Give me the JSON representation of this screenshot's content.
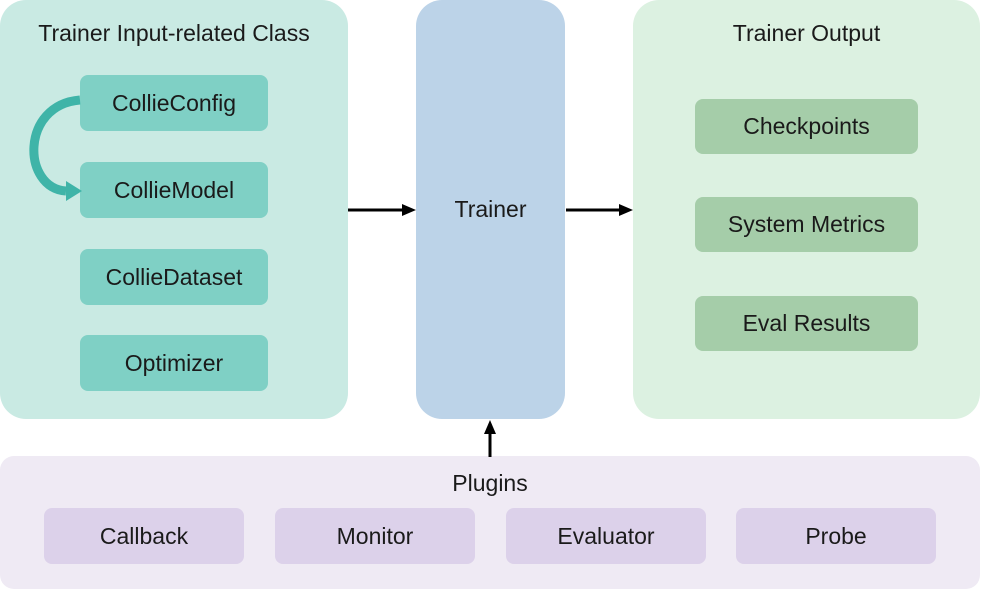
{
  "input_panel": {
    "title": "Trainer Input-related Class",
    "items": [
      "CollieConfig",
      "CollieModel",
      "CollieDataset",
      "Optimizer"
    ]
  },
  "trainer": {
    "label": "Trainer"
  },
  "output_panel": {
    "title": "Trainer Output",
    "items": [
      "Checkpoints",
      "System Metrics",
      "Eval Results"
    ]
  },
  "plugins_panel": {
    "title": "Plugins",
    "items": [
      "Callback",
      "Monitor",
      "Evaluator",
      "Probe"
    ]
  },
  "colors": {
    "input_panel_bg": "#c9eae3",
    "input_item_bg": "#7fd0c5",
    "trainer_bg": "#bcd3e8",
    "output_panel_bg": "#dcf1e1",
    "output_item_bg": "#a5cda9",
    "plugins_panel_bg": "#efeaf4",
    "plugin_item_bg": "#dcd1ea",
    "curved_arrow": "#3fb4a8",
    "arrow": "#000000"
  }
}
